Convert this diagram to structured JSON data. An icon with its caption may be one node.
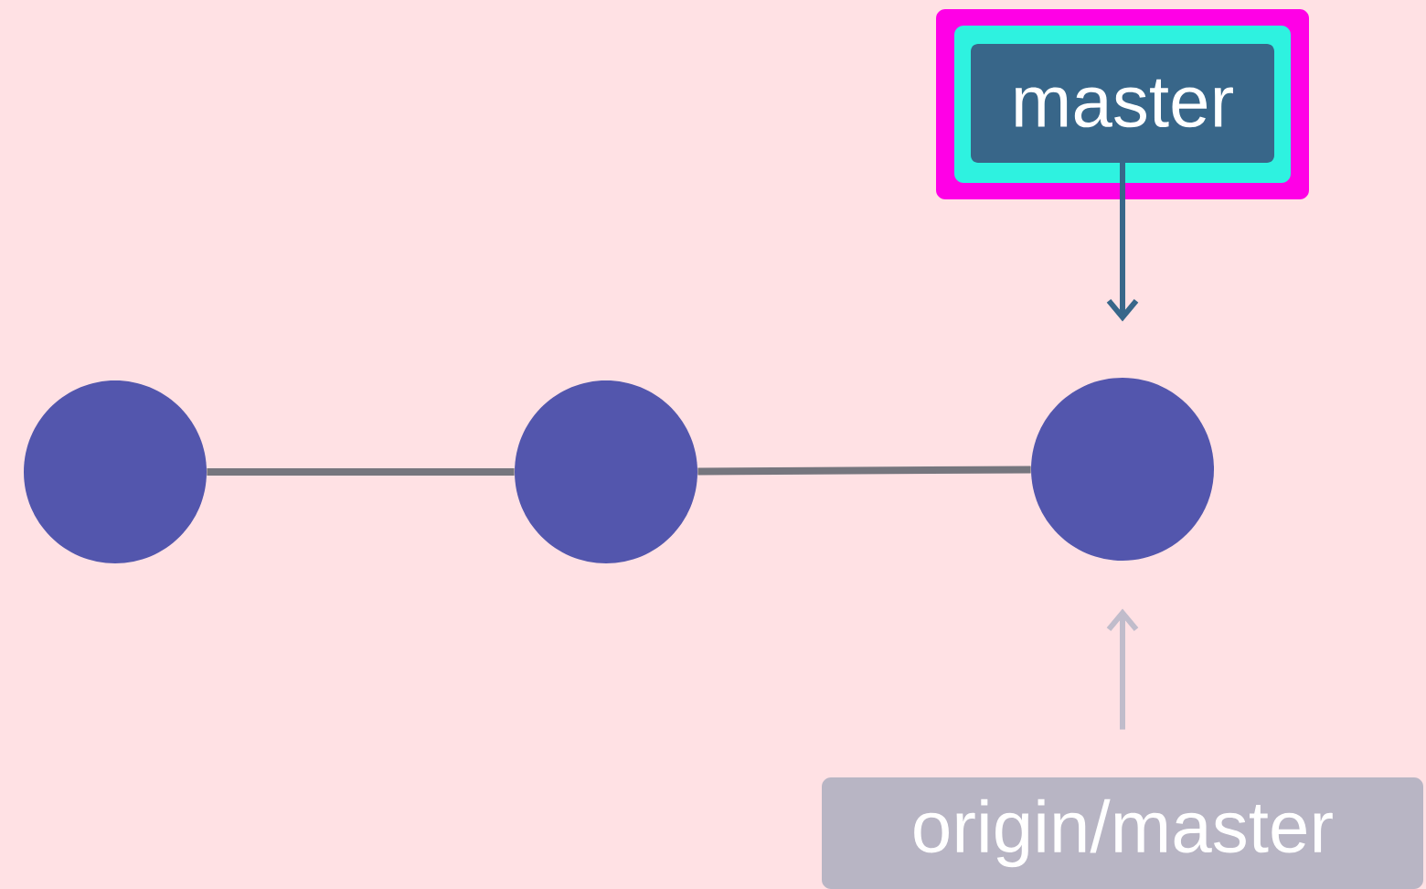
{
  "diagram": {
    "nodes": [
      {
        "text": [],
        "shape": "circle"
      },
      {
        "text": [],
        "shape": "circle"
      },
      {
        "text": [],
        "shape": "circle"
      },
      {
        "text": [
          "master"
        ]
      },
      {
        "text": [
          "origin/master"
        ]
      }
    ],
    "edges": [
      {
        "from": 0,
        "to": 1,
        "arrow": "none"
      },
      {
        "from": 1,
        "to": 2,
        "arrow": "none"
      },
      {
        "from": 3,
        "to": 2,
        "arrow": "to",
        "color": "#38678a"
      },
      {
        "from": 4,
        "to": 2,
        "arrow": "to",
        "color": "#c0bccb"
      }
    ]
  }
}
